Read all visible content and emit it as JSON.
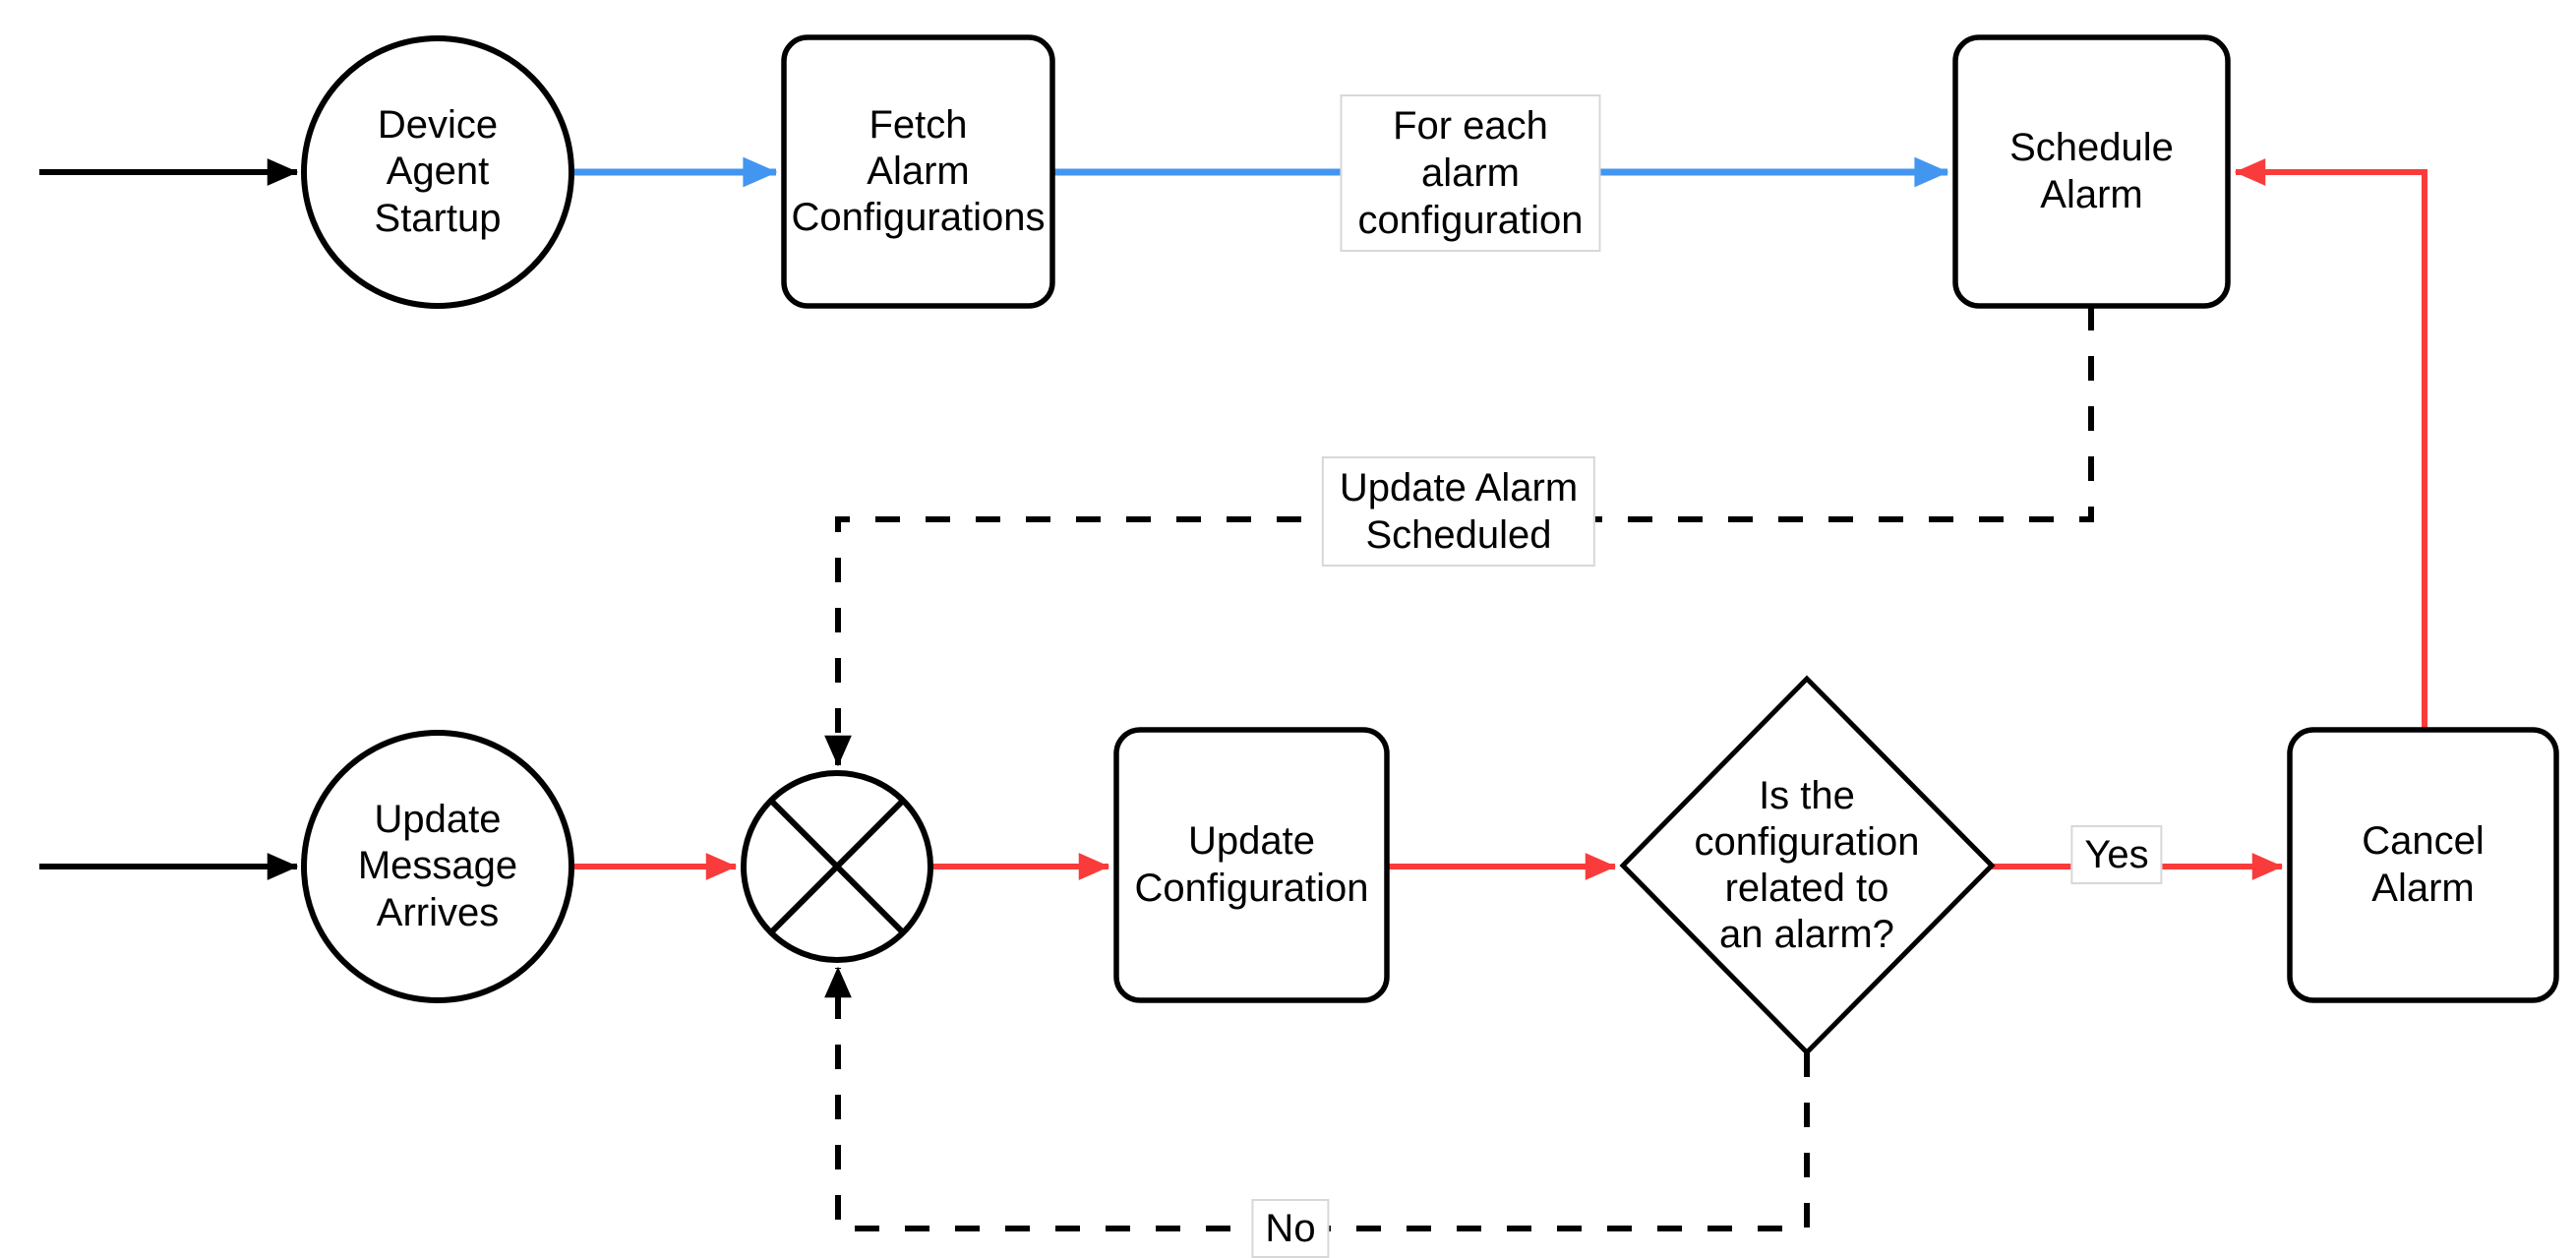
{
  "diagram_type": "flowchart",
  "colors": {
    "flow_blue": "#4296F0",
    "flow_red": "#FA3B3B",
    "line_black": "#000000",
    "label_border": "#D8D8D8",
    "background": "#FFFFFF"
  },
  "nodes": {
    "device_agent_startup": {
      "shape": "circle",
      "label": "Device\nAgent\nStartup"
    },
    "fetch_alarm_configurations": {
      "shape": "rounded-rect",
      "label": "Fetch\nAlarm\nConfigurations"
    },
    "schedule_alarm": {
      "shape": "rounded-rect",
      "label": "Schedule\nAlarm"
    },
    "update_message_arrives": {
      "shape": "circle",
      "label": "Update\nMessage\nArrives"
    },
    "xor_gateway": {
      "shape": "circle-x",
      "label": ""
    },
    "update_configuration": {
      "shape": "rounded-rect",
      "label": "Update\nConfiguration"
    },
    "alarm_decision": {
      "shape": "diamond",
      "label": "Is the\nconfiguration\nrelated to\nan alarm?"
    },
    "cancel_alarm": {
      "shape": "rounded-rect",
      "label": "Cancel\nAlarm"
    }
  },
  "edges": [
    {
      "from": "start",
      "to": "device_agent_startup",
      "color": "black",
      "style": "solid"
    },
    {
      "from": "device_agent_startup",
      "to": "fetch_alarm_configurations",
      "color": "blue",
      "style": "solid"
    },
    {
      "from": "fetch_alarm_configurations",
      "to": "schedule_alarm",
      "color": "blue",
      "style": "solid",
      "label": "For each\nalarm\nconfiguration"
    },
    {
      "from": "schedule_alarm",
      "to": "xor_gateway",
      "color": "black",
      "style": "dashed",
      "label": "Update Alarm\nScheduled"
    },
    {
      "from": "start",
      "to": "update_message_arrives",
      "color": "black",
      "style": "solid"
    },
    {
      "from": "update_message_arrives",
      "to": "xor_gateway",
      "color": "red",
      "style": "solid"
    },
    {
      "from": "xor_gateway",
      "to": "update_configuration",
      "color": "red",
      "style": "solid"
    },
    {
      "from": "update_configuration",
      "to": "alarm_decision",
      "color": "red",
      "style": "solid"
    },
    {
      "from": "alarm_decision",
      "to": "cancel_alarm",
      "color": "red",
      "style": "solid",
      "label": "Yes"
    },
    {
      "from": "alarm_decision",
      "to": "xor_gateway",
      "color": "black",
      "style": "dashed",
      "label": "No"
    },
    {
      "from": "cancel_alarm",
      "to": "schedule_alarm",
      "color": "red",
      "style": "solid"
    }
  ]
}
